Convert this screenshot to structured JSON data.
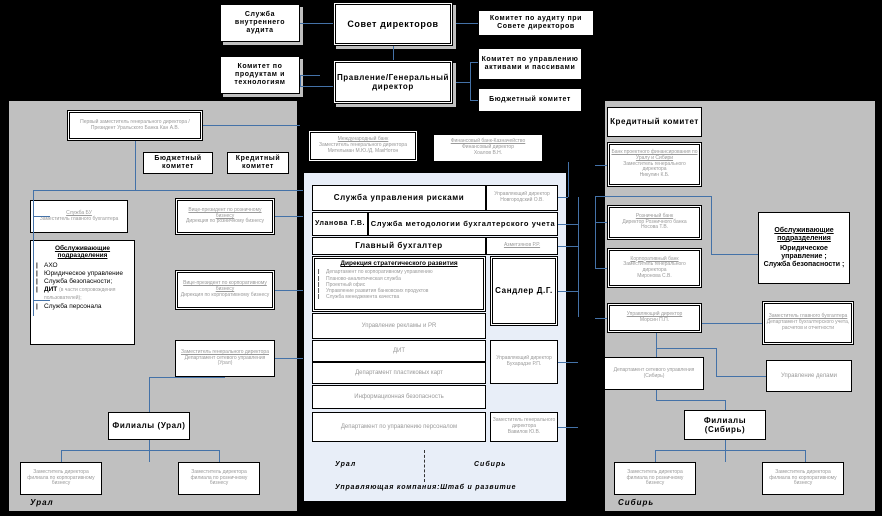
{
  "diagram": {
    "title": "Организационная структура банка",
    "colors": {
      "panel_gray": "#c0c0c0",
      "panel_blue": "#e8eef8",
      "connector": "#4472a8",
      "box": "#ffffff",
      "shadow": "#c0c0c0"
    }
  },
  "top": {
    "internal_audit": "Служба внутреннего аудита",
    "products_committee": "Комитет по продуктам и технологиям",
    "board_of_directors": "Совет директоров",
    "management_board": "Правление/Генеральный директор",
    "audit_committee": "Комитет по аудиту при Совете директоров",
    "alm_committee": "Комитет по управлению активами и пассивами",
    "budget_committee": "Бюджетный комитет"
  },
  "left_panel": {
    "label": "Урал",
    "first_deputy": "Первый заместитель генерального директора /Президент Уральского Банка Кан А.В.",
    "budget_committee": "Бюджетный комитет",
    "credit_committee": "Кредитный комитет",
    "accounting_service": {
      "title": "Служба БУ",
      "sub": "Заместитель главного бухгалтера"
    },
    "service_units": {
      "title": "Обслуживающие подразделения",
      "items": [
        "АХО",
        "Юридическое управление",
        "Служба безопасности;",
        "ДИТ (в части сопровождения пользователей);",
        "Служба персонала"
      ],
      "dit_main": "ДИТ",
      "dit_note": "(в части сопровождения пользователей);"
    },
    "vp_retail": {
      "title": "Вице-президент по розничному бизнесу",
      "sub": "Дирекция по розничному бизнесу"
    },
    "vp_corporate": {
      "title": "Вице-президент по корпоративному бизнесу",
      "sub": "Дирекция по корпоративному бизнесу"
    },
    "deputy_network": {
      "title": "Заместитель генерального директора",
      "sub": "Департамент сетевого управления (Урал)"
    },
    "branches": "Филиалы (Урал)",
    "branch_corp": "Заместитель директора филиала по корпоративному бизнесу",
    "branch_retail": "Заместитель директора филиала по розничному бизнесу"
  },
  "center_panel": {
    "label_left": "Урал",
    "label_right": "Сибирь",
    "footer": "Управляющая компания:Штаб и развитие",
    "international_bank": {
      "title": "Международный банк",
      "sub": "Заместитель генерального директора",
      "name": "Мительман М.Ю./Д. МакНотон"
    },
    "treasury_bank": {
      "title": "Финансовый банк-Казначейство",
      "sub": "Финансовый директор",
      "name": "Хоалов В.Н."
    },
    "rows": [
      {
        "left": "Служба управления рисками",
        "right_title": "Управляющий директор",
        "right_name": "Новгородский О.В."
      },
      {
        "left_name": "Уланова Г.В.",
        "left": "Служба методологии бухгалтерского учета"
      },
      {
        "left": "Главный бухгалтер",
        "right_name": "Азметзянов Р.Р."
      },
      {
        "left": "Дирекция стратегического развития",
        "right_name": "Сандлер Д.Г.",
        "items": [
          "Департамент по корпоративному управлению",
          "Планово-аналитическая служба",
          "Проектный офис",
          "Управление развития банковских продуктов",
          "Служба менеджмента качества"
        ]
      },
      {
        "left": "Управление рекламы и PR"
      },
      {
        "left": "ДИТ",
        "right_title": "Управляющий директор",
        "right_name": "Бухарадзе Р.П."
      },
      {
        "left": "Департамент пластиковых карт"
      },
      {
        "left": "Информационная безопасность"
      },
      {
        "left": "Департамент по управлению персоналом",
        "right_title": "Заместитель генерального директора",
        "right_name": "Вавилов Ю.В."
      }
    ]
  },
  "right_panel": {
    "label": "Сибирь",
    "credit_committee": "Кредитный комитет",
    "project_finance": {
      "title": "Банк проектного финансирования по Уралу и Сибири",
      "sub": "Заместитель генерального директора",
      "name": "Никулин К.Б."
    },
    "retail_bank": {
      "title": "Розничный банк",
      "sub": "Директор Розничного банка",
      "name": "Носова Т.В."
    },
    "corporate_bank": {
      "title": "Корпоративный банк",
      "sub": "Заместитель генерального директора",
      "name": "Миронова С.В."
    },
    "service_units": {
      "title": "Обслуживающие подразделения",
      "items": [
        "Юридическое управление ;",
        "Служба безопасности ;"
      ]
    },
    "managing_director": {
      "title": "Управляющий директор",
      "name": "Морсин П.П."
    },
    "deputy_chief_accountant": {
      "title": "Заместитель главного бухгалтера",
      "sub": "Департамент бухгалтерского учета, расчетов и отчетности"
    },
    "network_dept": "Департамент сетевого управления (Сибирь)",
    "affairs_dept": "Управление делами",
    "branches": "Филиалы (Сибирь)",
    "branch_retail": "Заместитель директора филиала по розничному бизнесу",
    "branch_corp": "Заместитель директора филиала по корпоративному бизнесу"
  }
}
